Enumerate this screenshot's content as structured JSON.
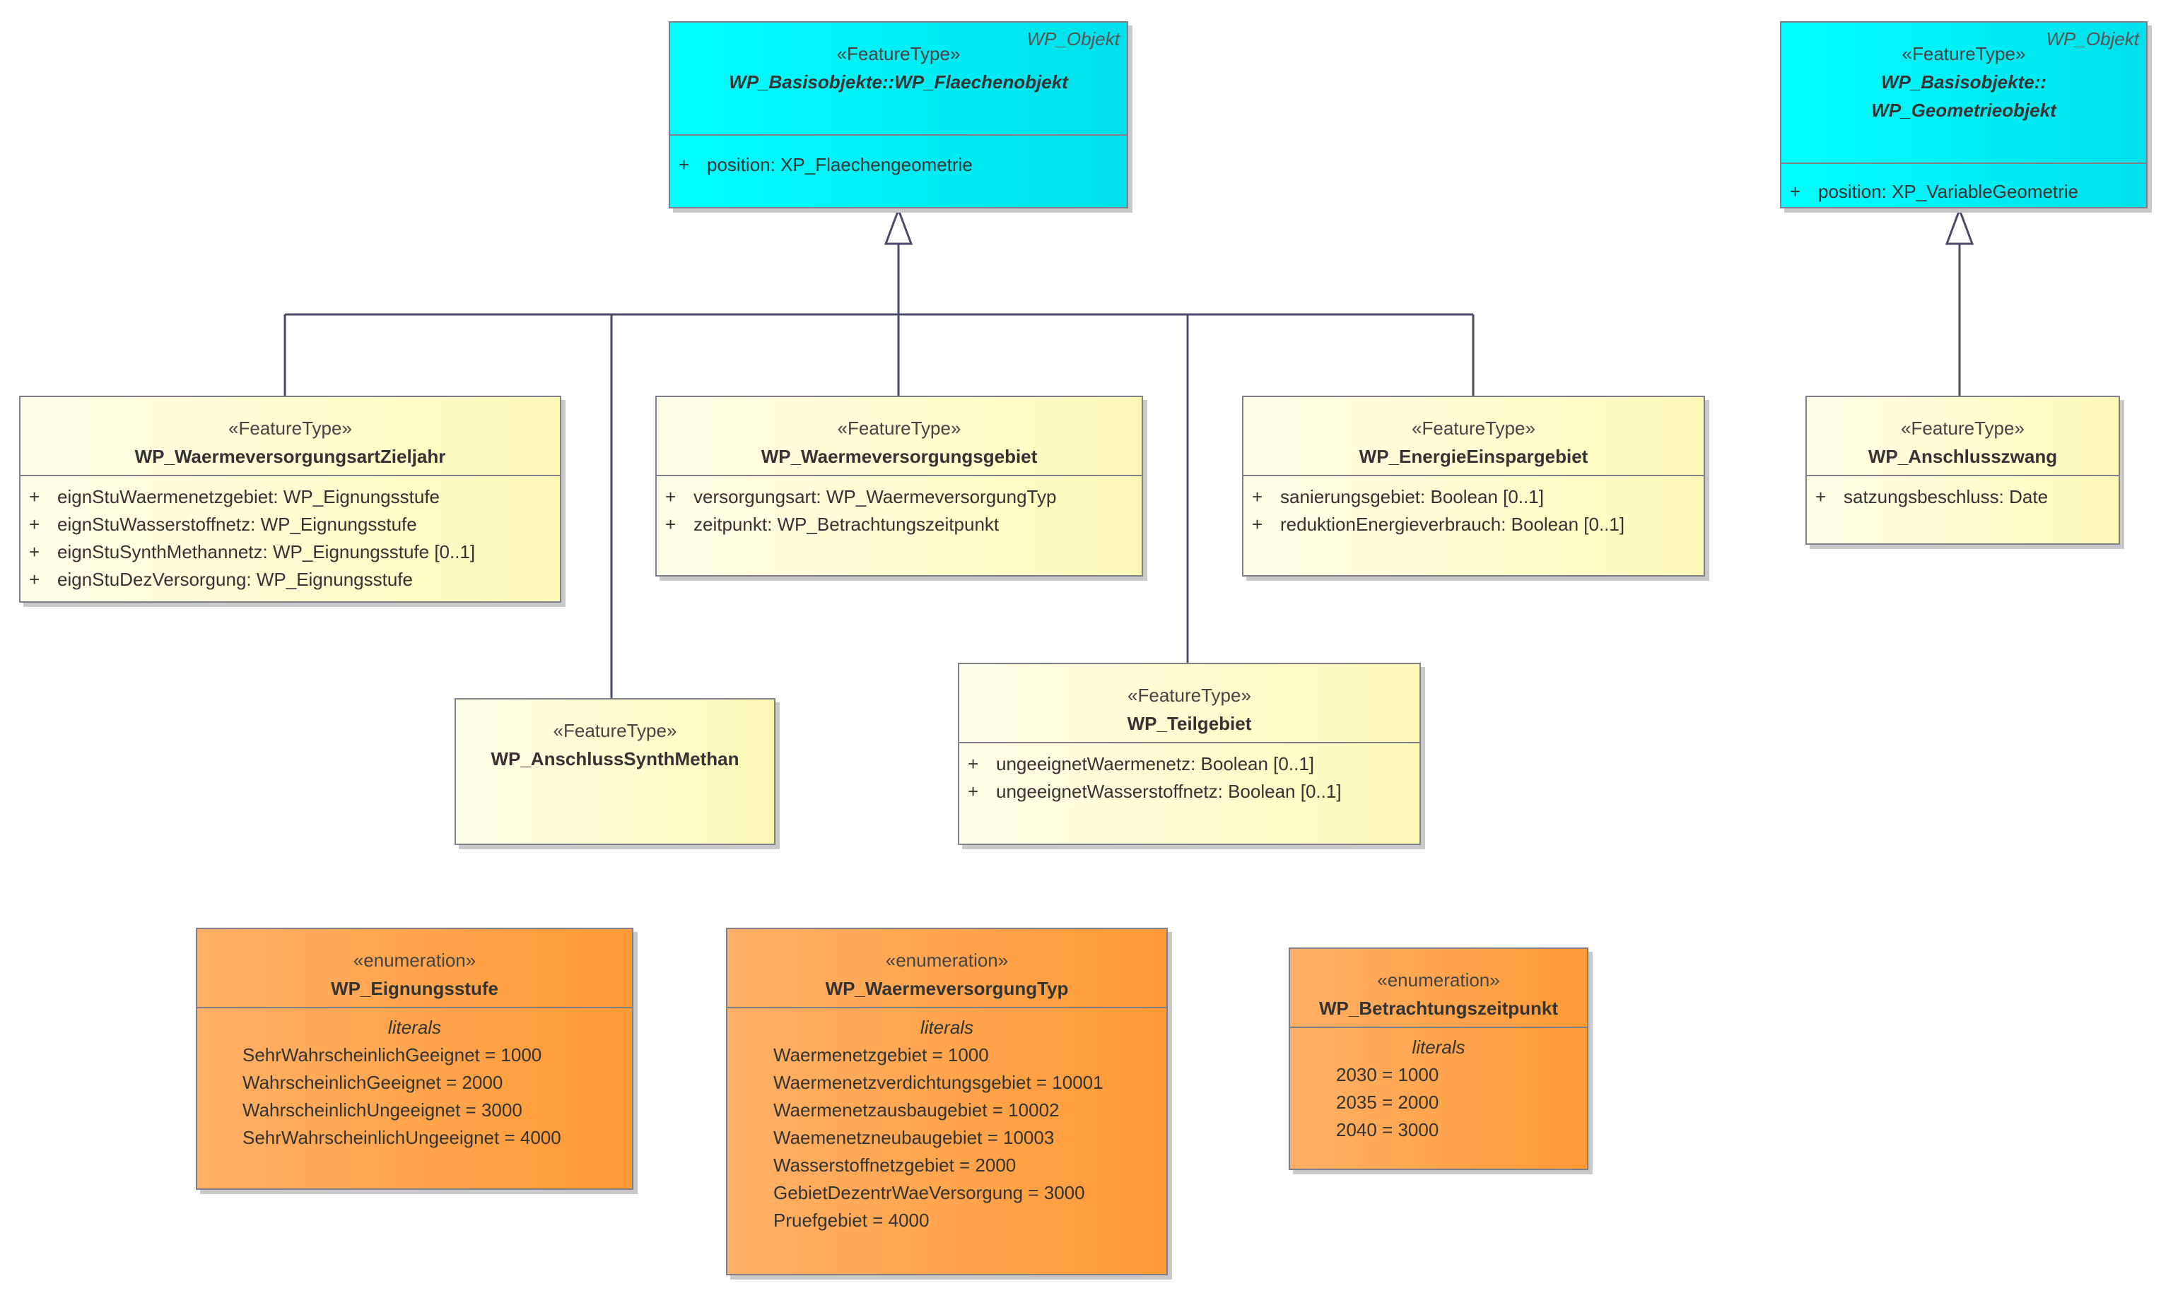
{
  "classes": {
    "flaechenobjekt": {
      "tag": "WP_Objekt",
      "stereotype": "«FeatureType»",
      "name": "WP_Basisobjekte::WP_Flaechenobjekt",
      "attributes": [
        {
          "vis": "+",
          "text": "position: XP_Flaechengeometrie"
        }
      ]
    },
    "geometrieobjekt": {
      "tag": "WP_Objekt",
      "stereotype": "«FeatureType»",
      "name_line1": "WP_Basisobjekte::",
      "name_line2": "WP_Geometrieobjekt",
      "attributes": [
        {
          "vis": "+",
          "text": "position: XP_VariableGeometrie"
        }
      ]
    },
    "zieljahr": {
      "stereotype": "«FeatureType»",
      "name": "WP_WaermeversorgungsartZieljahr",
      "attributes": [
        {
          "vis": "+",
          "text": "eignStuWaermenetzgebiet: WP_Eignungsstufe"
        },
        {
          "vis": "+",
          "text": "eignStuWasserstoffnetz: WP_Eignungsstufe"
        },
        {
          "vis": "+",
          "text": "eignStuSynthMethannetz: WP_Eignungsstufe [0..1]"
        },
        {
          "vis": "+",
          "text": "eignStuDezVersorgung: WP_Eignungsstufe"
        }
      ]
    },
    "versorgungsgebiet": {
      "stereotype": "«FeatureType»",
      "name": "WP_Waermeversorgungsgebiet",
      "attributes": [
        {
          "vis": "+",
          "text": "versorgungsart: WP_WaermeversorgungTyp"
        },
        {
          "vis": "+",
          "text": "zeitpunkt: WP_Betrachtungszeitpunkt"
        }
      ]
    },
    "energieeinspargebiet": {
      "stereotype": "«FeatureType»",
      "name": "WP_EnergieEinspargebiet",
      "attributes": [
        {
          "vis": "+",
          "text": "sanierungsgebiet: Boolean [0..1]"
        },
        {
          "vis": "+",
          "text": "reduktionEnergieverbrauch: Boolean [0..1]"
        }
      ]
    },
    "anschlusszwang": {
      "stereotype": "«FeatureType»",
      "name": "WP_Anschlusszwang",
      "attributes": [
        {
          "vis": "+",
          "text": "satzungsbeschluss: Date"
        }
      ]
    },
    "synthmethan": {
      "stereotype": "«FeatureType»",
      "name": "WP_AnschlussSynthMethan"
    },
    "teilgebiet": {
      "stereotype": "«FeatureType»",
      "name": "WP_Teilgebiet",
      "attributes": [
        {
          "vis": "+",
          "text": "ungeeignetWaermenetz: Boolean [0..1]"
        },
        {
          "vis": "+",
          "text": "ungeeignetWasserstoffnetz: Boolean [0..1]"
        }
      ]
    }
  },
  "enumerations": {
    "eignungsstufe": {
      "stereotype": "«enumeration»",
      "name": "WP_Eignungsstufe",
      "literals_title": "literals",
      "literals": [
        "SehrWahrscheinlichGeeignet = 1000",
        "WahrscheinlichGeeignet = 2000",
        "WahrscheinlichUngeeignet = 3000",
        "SehrWahrscheinlichUngeeignet = 4000"
      ]
    },
    "versorgungtyp": {
      "stereotype": "«enumeration»",
      "name": "WP_WaermeversorgungTyp",
      "literals_title": "literals",
      "literals": [
        "Waermenetzgebiet = 1000",
        "Waermenetzverdichtungsgebiet = 10001",
        "Waermenetzausbaugebiet = 10002",
        "Waemenetzneubaugebiet = 10003",
        "Wasserstoffnetzgebiet = 2000",
        "GebietDezentrWaeVersorgung = 3000",
        "Pruefgebiet = 4000"
      ]
    },
    "zeitpunkt": {
      "stereotype": "«enumeration»",
      "name": "WP_Betrachtungszeitpunkt",
      "literals_title": "literals",
      "literals": [
        "2030 = 1000",
        "2035 = 2000",
        "2040 = 3000"
      ]
    }
  },
  "colors": {
    "abstract_fill": "#00ffff",
    "featuretype_fill": "#fffbc8",
    "enumeration_fill": "#ffa447",
    "border": "#7f7f8a",
    "connector": "#4a4a6a"
  }
}
